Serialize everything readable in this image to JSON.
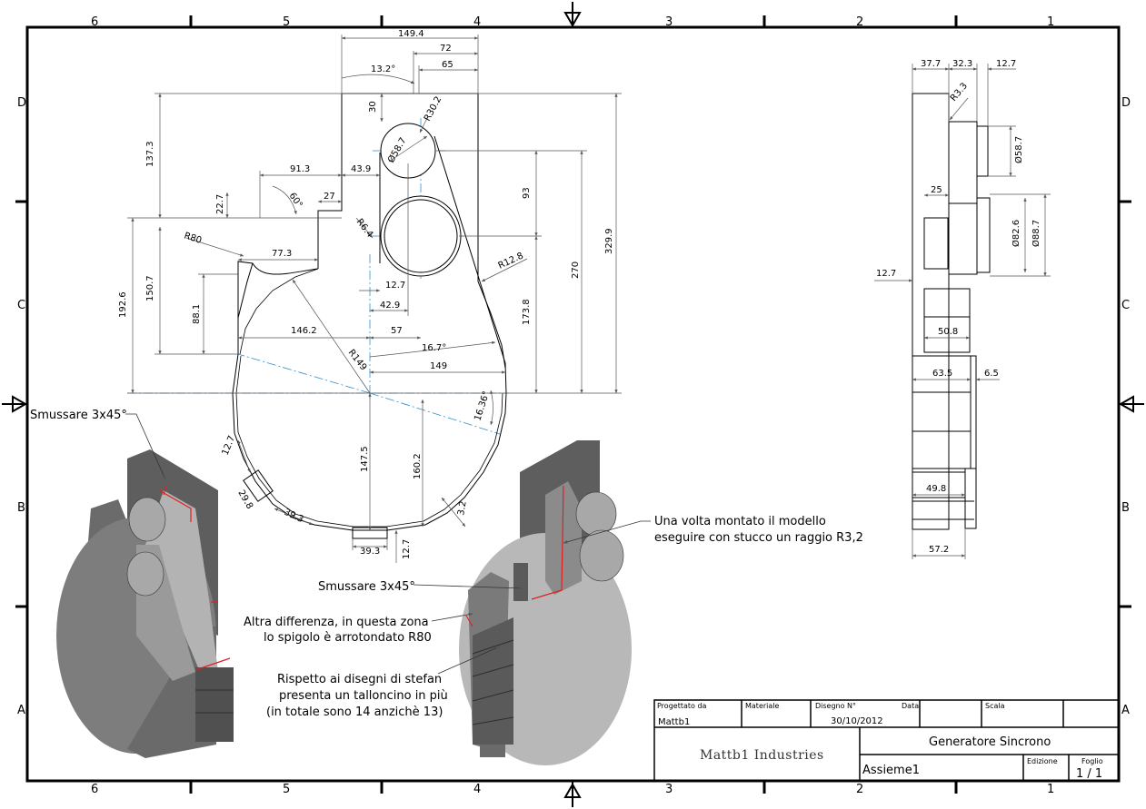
{
  "zones": {
    "columns": [
      "6",
      "5",
      "4",
      "3",
      "2",
      "1"
    ],
    "rows": [
      "D",
      "C",
      "B",
      "A"
    ]
  },
  "front_view": {
    "dims": {
      "d149_4": "149.4",
      "d72": "72",
      "d65": "65",
      "a13_2": "13.2°",
      "d30": "30",
      "r30_2": "R30.2",
      "dia58_7": "Ø58.7",
      "d137_3": "137.3",
      "d91_3": "91.3",
      "d43_9": "43.9",
      "a60": "60°",
      "d27": "27",
      "d22_7": "22.7",
      "r6_4": "R6.4",
      "d93": "93",
      "d270": "270",
      "d329_9": "329.9",
      "r80": "R80",
      "d77_3": "77.3",
      "r12_8": "R12.8",
      "d192_6": "192.6",
      "d150_7": "150.7",
      "d88_1": "88.1",
      "d12_7a": "12.7",
      "d42_9": "42.9",
      "d173_8": "173.8",
      "d146_2": "146.2",
      "d57": "57",
      "a16_7": "16.7°",
      "r149": "R149",
      "d149": "149",
      "a16_36": "16.36°",
      "d147_5": "147.5",
      "d160_2": "160.2",
      "d12_7b": "12.7",
      "d29_8": "29.8",
      "d39_3a": "39.3",
      "d3_2": "3.2",
      "d39_3b": "39.3",
      "d12_7c": "12.7"
    }
  },
  "side_view": {
    "dims": {
      "d37_7": "37.7",
      "d32_3": "32.3",
      "d12_7a": "12.7",
      "r3_3": "R3.3",
      "dia58_7": "Ø58.7",
      "d25": "25",
      "dia82_6": "Ø82.6",
      "dia88_7": "Ø88.7",
      "d12_7b": "12.7",
      "d50_8": "50.8",
      "d63_5": "63.5",
      "d6_5": "6.5",
      "d49_8": "49.8",
      "d57_2": "57.2"
    }
  },
  "notes": {
    "chamfer_left": "Smussare 3x45°",
    "chamfer_right": "Smussare 3x45°",
    "stucco_l1": "Una volta montato il modello",
    "stucco_l2": "eseguire con stucco un raggio R3,2",
    "diff_l1": "Altra differenza, in questa zona",
    "diff_l2": "lo spigolo è arrotondato R80",
    "resp_l1": "Rispetto ai disegni di stefan",
    "resp_l2": "presenta un talloncino in più",
    "resp_l3": "(in totale sono 14 anzichè 13)"
  },
  "title_block": {
    "designed_by_label": "Progettato da",
    "designed_by": "Mattb1",
    "material_label": "Materiale",
    "drawing_no_label": "Disegno N°",
    "date_label": "Data",
    "date": "30/10/2012",
    "scale_label": "Scala",
    "company": "Mattb1 Industries",
    "title": "Generatore Sincrono",
    "subtitle": "Assieme1",
    "edition_label": "Edizione",
    "sheet_label": "Foglio",
    "sheet": "1 / 1"
  },
  "colors": {
    "line": "#000000",
    "center": "#2f8fd0",
    "shade_dark": "#5e5e5e",
    "shade_mid": "#8a8a8a",
    "shade_light": "#b5b5b5",
    "edge_red": "#e02020"
  }
}
